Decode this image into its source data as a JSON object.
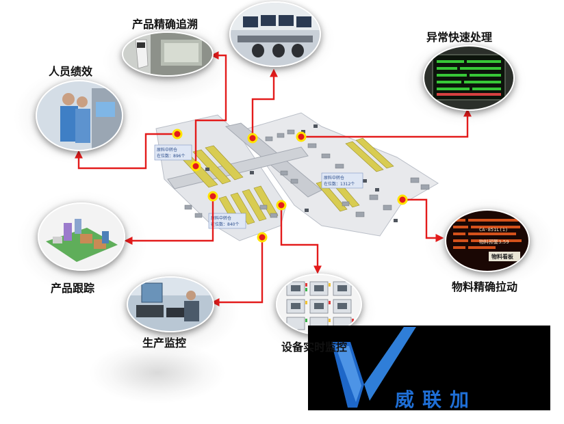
{
  "labels": {
    "trace": "产品精确追溯",
    "staff": "人员绩效",
    "exception": "异常快速处理",
    "tracking": "产品跟踪",
    "material": "物料精确拉动",
    "monitor": "生产监控",
    "equipment": "设备实时监控"
  },
  "map_tags": {
    "tag1": "原料中转仓",
    "tag1_sub": "在位数：896个",
    "tag2": "原料中转仓",
    "tag2_sub": "在位数：1312个",
    "tag3": "原料中转仓",
    "tag3_sub": "在位数：840个"
  },
  "board": {
    "text1": "CA-851L(1)",
    "text2": "物料预警3:59",
    "text3": "物料看板"
  },
  "logo": {
    "text": "威联加"
  },
  "colors": {
    "connector": "#e31b1b",
    "marker_fill": "#e31b1b",
    "marker_ring": "#ffe400",
    "logo_text": "#1f6fd6",
    "logo_v": "#1e67c8"
  }
}
